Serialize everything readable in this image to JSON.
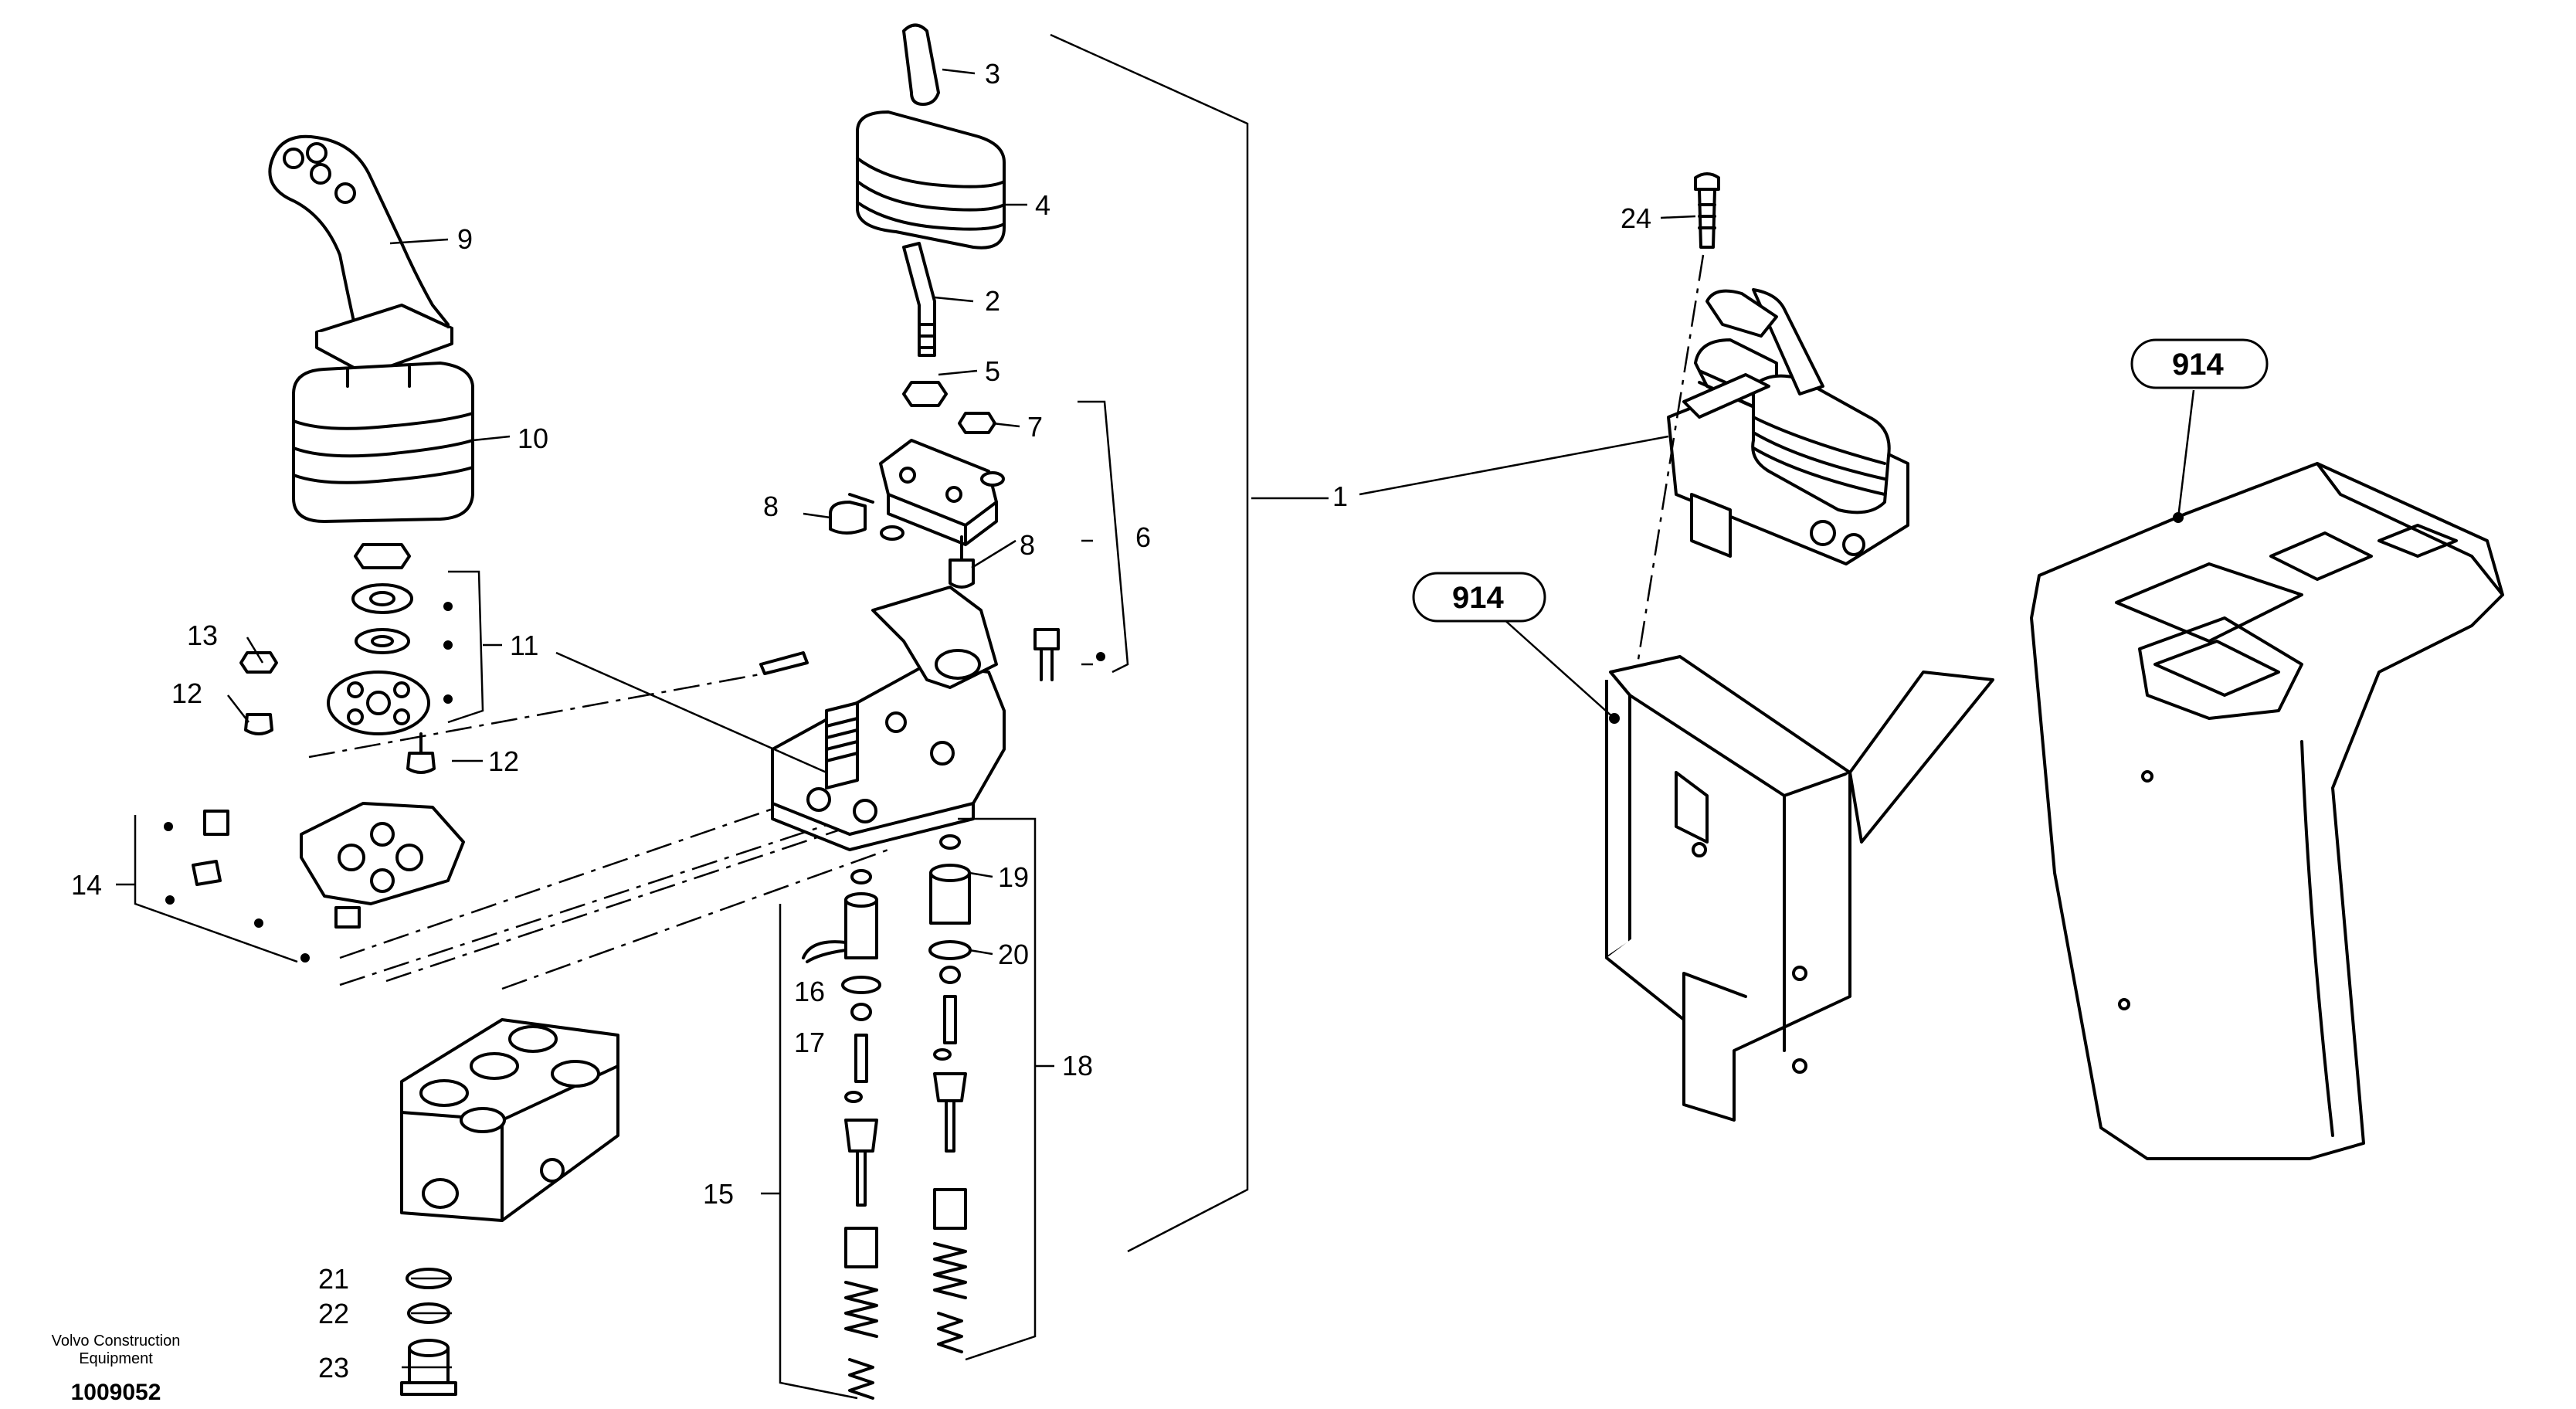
{
  "callouts": {
    "n1": "1",
    "n2": "2",
    "n3": "3",
    "n4": "4",
    "n5": "5",
    "n6": "6",
    "n7": "7",
    "n8a": "8",
    "n8b": "8",
    "n9": "9",
    "n10": "10",
    "n11": "11",
    "n12a": "12",
    "n12b": "12",
    "n13": "13",
    "n14": "14",
    "n15": "15",
    "n16": "16",
    "n17": "17",
    "n18": "18",
    "n19": "19",
    "n20": "20",
    "n21": "21",
    "n22": "22",
    "n23": "23",
    "n24": "24",
    "ref914a": "914",
    "ref914b": "914"
  },
  "footer": {
    "company_line1": "Volvo Construction",
    "company_line2": "Equipment",
    "drawing_number": "1009052"
  }
}
